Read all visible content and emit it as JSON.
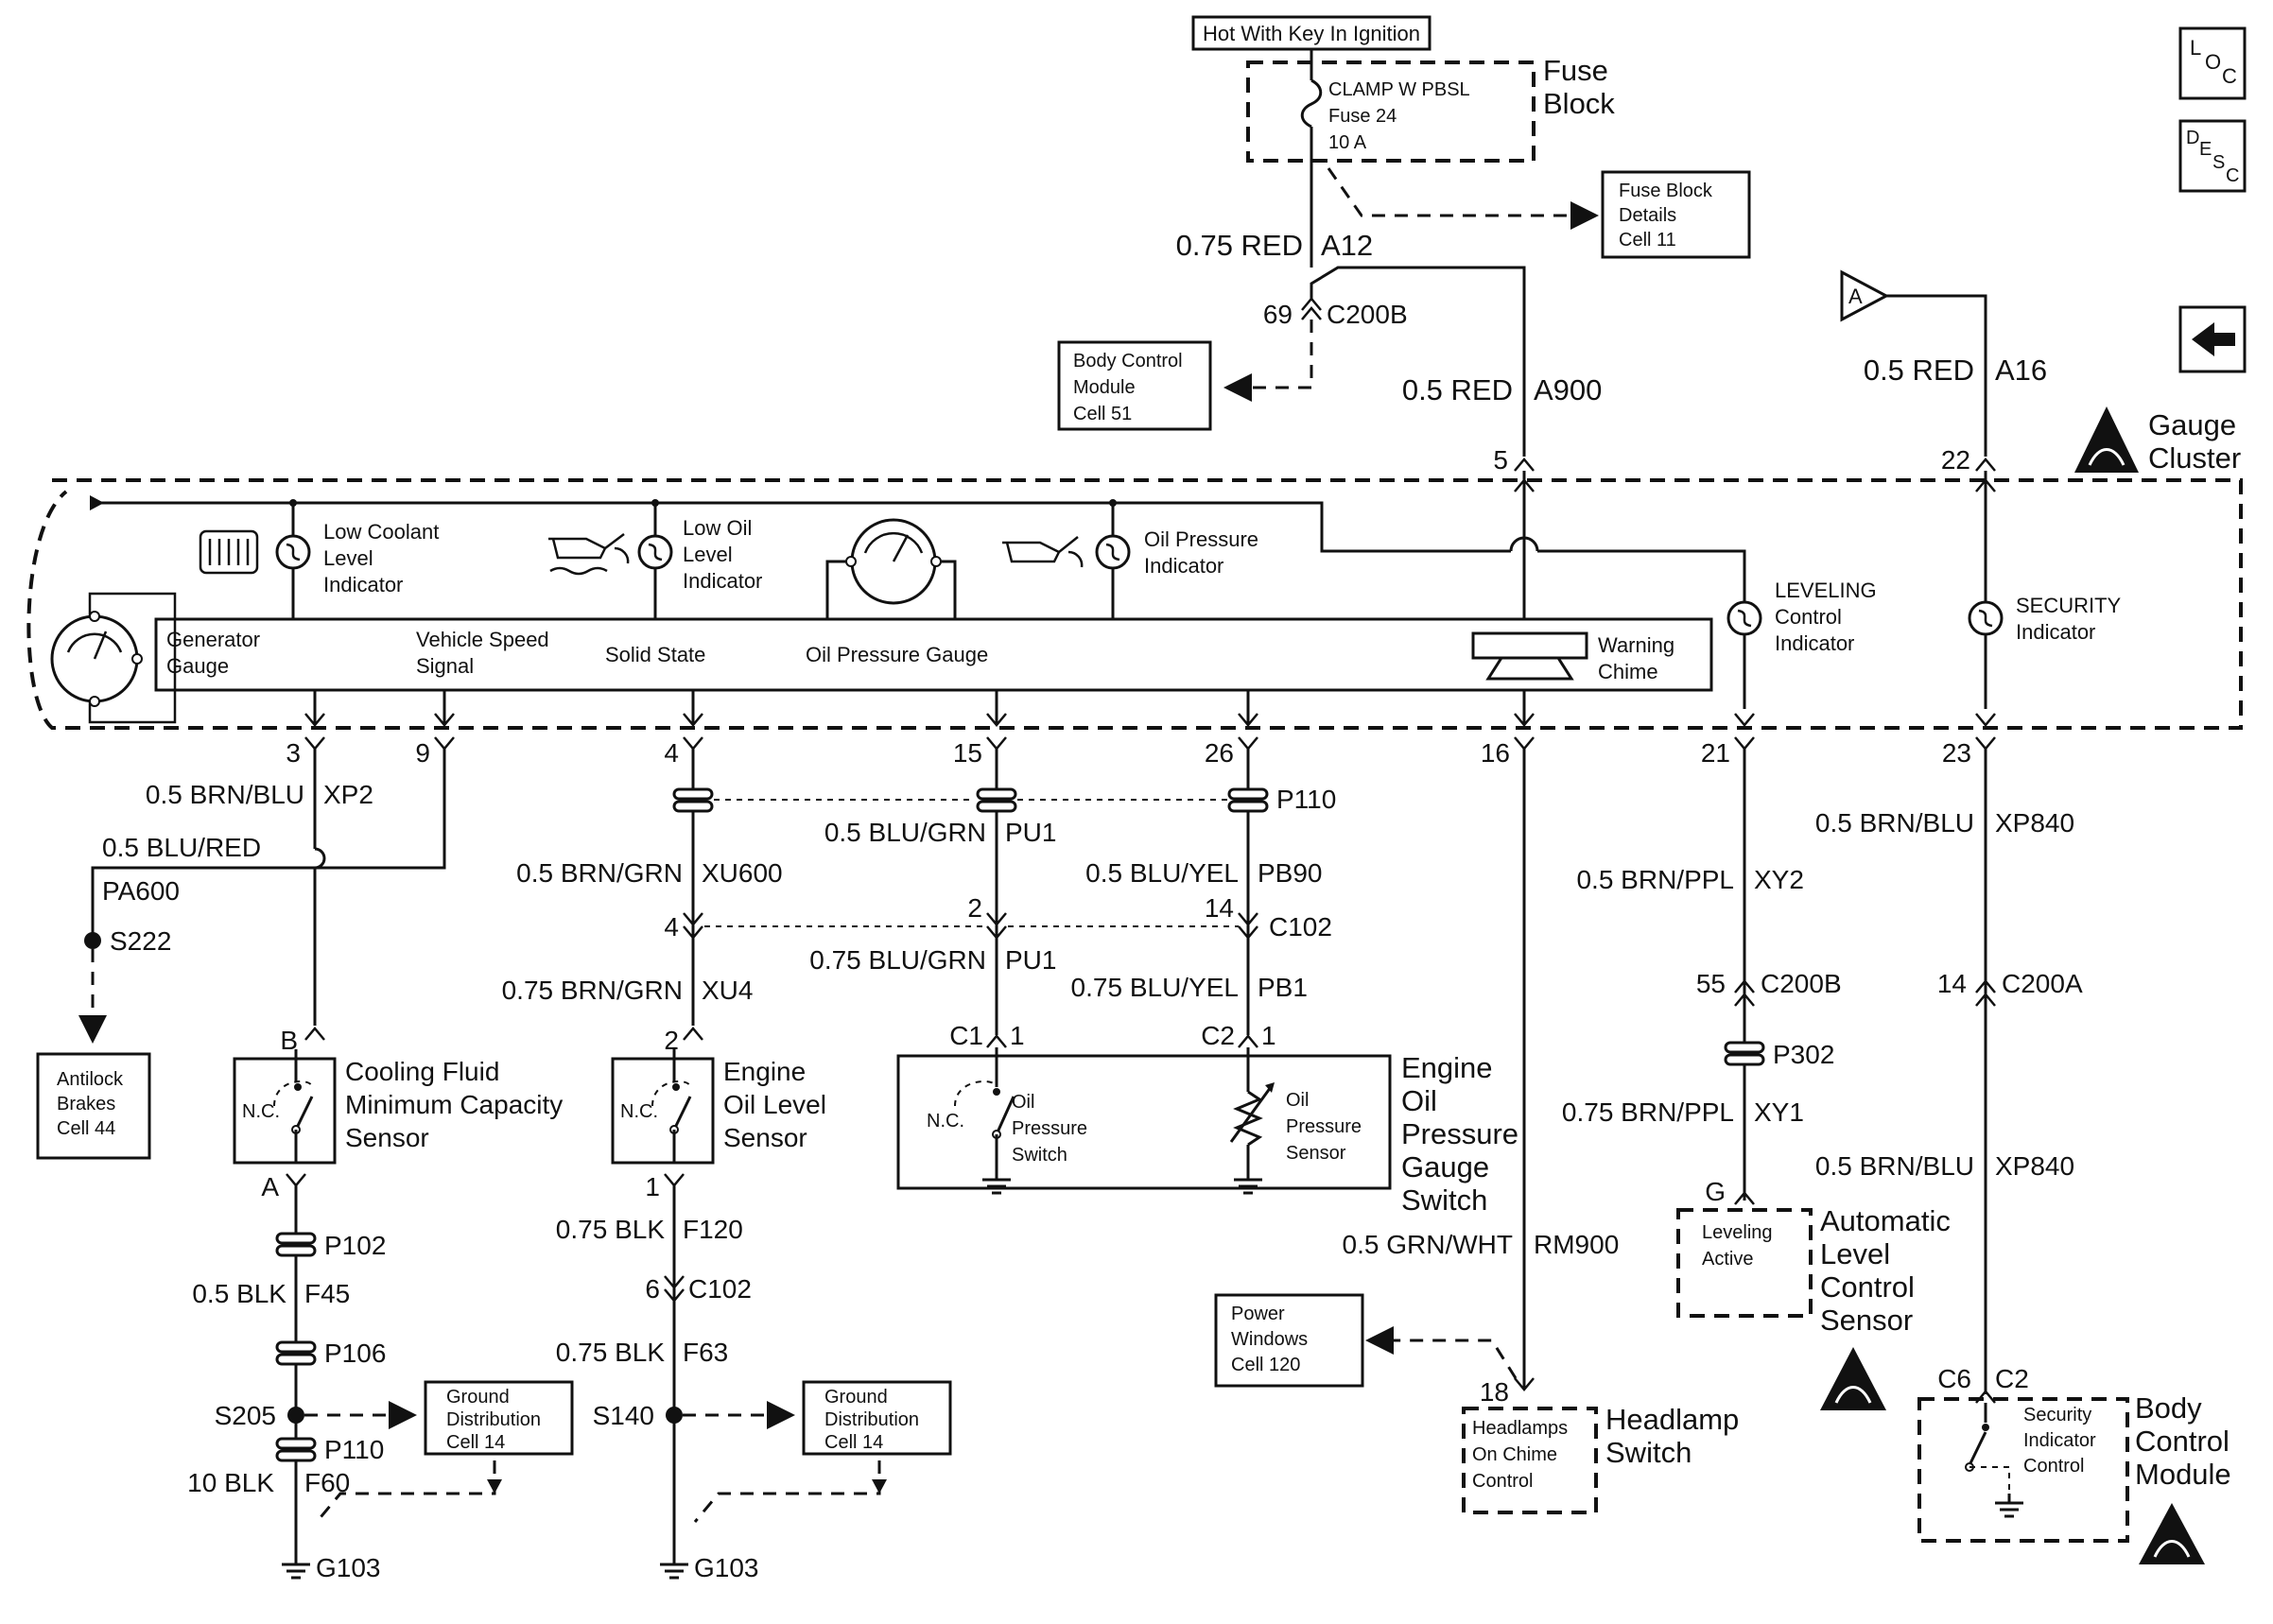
{
  "header": {
    "hot_label": "Hot With Key In Ignition",
    "fuse_block_label": [
      "Fuse",
      "Block"
    ],
    "fuse_text": [
      "CLAMP W PBSL",
      "Fuse 24",
      "10 A"
    ],
    "fuse_details": [
      "Fuse Block",
      "Details",
      "Cell 11"
    ],
    "loc_icon": "L O C",
    "desc_icon": "D E S C",
    "back_arrow_icon": "back-arrow-icon"
  },
  "upper_wires": {
    "a12": [
      "0.75 RED",
      "A12"
    ],
    "c200b_pin": "69",
    "c200b": "C200B",
    "bcm_ref": [
      "Body Control",
      "Module",
      "Cell 51"
    ],
    "a900": [
      "0.5 RED",
      "A900"
    ],
    "a16": [
      "0.5 RED",
      "A16"
    ],
    "triangle_ref": "A"
  },
  "cluster": {
    "label": [
      "Gauge",
      "Cluster"
    ],
    "pin_top_5": "5",
    "pin_top_22": "22",
    "low_coolant": [
      "Low Coolant",
      "Level",
      "Indicator"
    ],
    "low_oil": [
      "Low Oil",
      "Level",
      "Indicator"
    ],
    "oil_pressure_ind": [
      "Oil Pressure",
      "Indicator"
    ],
    "leveling": [
      "LEVELING",
      "Control",
      "Indicator"
    ],
    "security": [
      "SECURITY",
      "Indicator"
    ],
    "generator": [
      "Generator",
      "Gauge"
    ],
    "vss": [
      "Vehicle Speed",
      "Signal"
    ],
    "solid_state": "Solid State",
    "oil_gauge": "Oil Pressure Gauge",
    "chime": [
      "Warning",
      "Chime"
    ],
    "bottom_pins": [
      "3",
      "9",
      "4",
      "15",
      "26",
      "16",
      "21",
      "23"
    ]
  },
  "lower_wires": {
    "xp2": [
      "0.5 BRN/BLU",
      "XP2"
    ],
    "pa600_color": "0.5 BLU/RED",
    "pa600": "PA600",
    "s222": "S222",
    "abs_ref": [
      "Antilock",
      "Brakes",
      "Cell 44"
    ],
    "p110": "P110",
    "pu1_a": [
      "0.5 BLU/GRN",
      "PU1"
    ],
    "xu600": [
      "0.5 BRN/GRN",
      "XU600"
    ],
    "pb90": [
      "0.5 BLU/YEL",
      "PB90"
    ],
    "c102_pins": [
      "4",
      "2",
      "14"
    ],
    "c102": "C102",
    "xu4": [
      "0.75 BRN/GRN",
      "XU4"
    ],
    "pu1_b": [
      "0.75 BLU/GRN",
      "PU1"
    ],
    "pb1": [
      "0.75 BLU/YEL",
      "PB1"
    ],
    "xy2": [
      "0.5 BRN/PPL",
      "XY2"
    ],
    "xp840_a": [
      "0.5 BRN/BLU",
      "XP840"
    ],
    "c200b_55": [
      "55",
      "C200B"
    ],
    "c200a_14": [
      "14",
      "C200A"
    ],
    "p302": "P302",
    "xy1": [
      "0.75 BRN/PPL",
      "XY1"
    ],
    "xp840_b": [
      "0.5 BRN/BLU",
      "XP840"
    ],
    "rm900": [
      "0.5 GRN/WHT",
      "RM900"
    ]
  },
  "components": {
    "coolant_sensor": [
      "Cooling Fluid",
      "Minimum Capacity",
      "Sensor"
    ],
    "coolant_pins": [
      "B",
      "A"
    ],
    "oil_level_sensor": [
      "Engine",
      "Oil Level",
      "Sensor"
    ],
    "oil_level_pins": [
      "2",
      "1"
    ],
    "nc": "N.C.",
    "oil_pressure_switch_pins": [
      "C1",
      "1",
      "C2",
      "1"
    ],
    "ops_switch": [
      "Oil",
      "Pressure",
      "Switch"
    ],
    "ops_sensor": [
      "Oil",
      "Pressure",
      "Sensor"
    ],
    "ops_label": [
      "Engine",
      "Oil",
      "Pressure",
      "Gauge",
      "Switch"
    ],
    "leveling_pin": "G",
    "leveling_box": [
      "Leveling",
      "Active"
    ],
    "alc_sensor": [
      "Automatic",
      "Level",
      "Control",
      "Sensor"
    ],
    "power_windows": [
      "Power",
      "Windows",
      "Cell 120"
    ],
    "headlamp_pin": "18",
    "headlamp_box": [
      "Headlamps",
      "On Chime",
      "Control"
    ],
    "headlamp_switch": [
      "Headlamp",
      "Switch"
    ],
    "bcm_pins": [
      "C6",
      "C2"
    ],
    "bcm_box": [
      "Security",
      "Indicator",
      "Control"
    ],
    "bcm_label": [
      "Body",
      "Control",
      "Module"
    ]
  },
  "grounds": {
    "left": {
      "p102": "P102",
      "f45": [
        "0.5 BLK",
        "F45"
      ],
      "p106": "P106",
      "s205": "S205",
      "p110": "P110",
      "f60": [
        "10 BLK",
        "F60"
      ],
      "g103": "G103",
      "gd_ref": [
        "Ground",
        "Distribution",
        "Cell 14"
      ]
    },
    "middle": {
      "f120": [
        "0.75 BLK",
        "F120"
      ],
      "c102_pin": "6",
      "c102": "C102",
      "f63": [
        "0.75 BLK",
        "F63"
      ],
      "s140": "S140",
      "g103": "G103",
      "gd_ref": [
        "Ground",
        "Distribution",
        "Cell 14"
      ]
    }
  }
}
